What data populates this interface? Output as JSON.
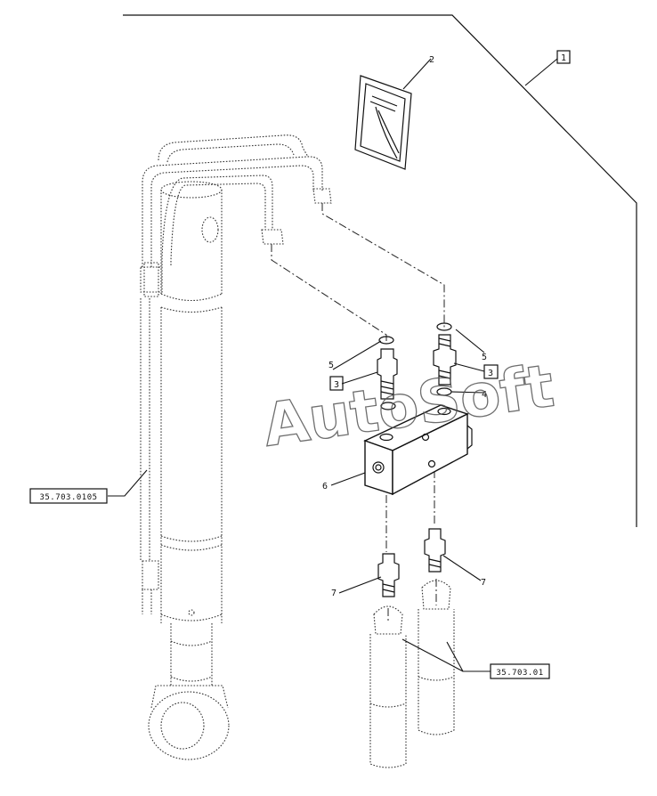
{
  "diagram": {
    "watermark": "AutoSoft",
    "reference_boxes": {
      "assembly": "1",
      "fitting_left": "3",
      "fitting_right": "3",
      "cylinder_ref": "35.703.0105",
      "hose_ref": "35.703.01"
    },
    "callouts": {
      "decal": "2",
      "oring_left_top": "5",
      "oring_right_top": "5",
      "oring_right_bottom": "4",
      "valve_block": "6",
      "adapter_left": "7",
      "adapter_right": "7"
    }
  }
}
